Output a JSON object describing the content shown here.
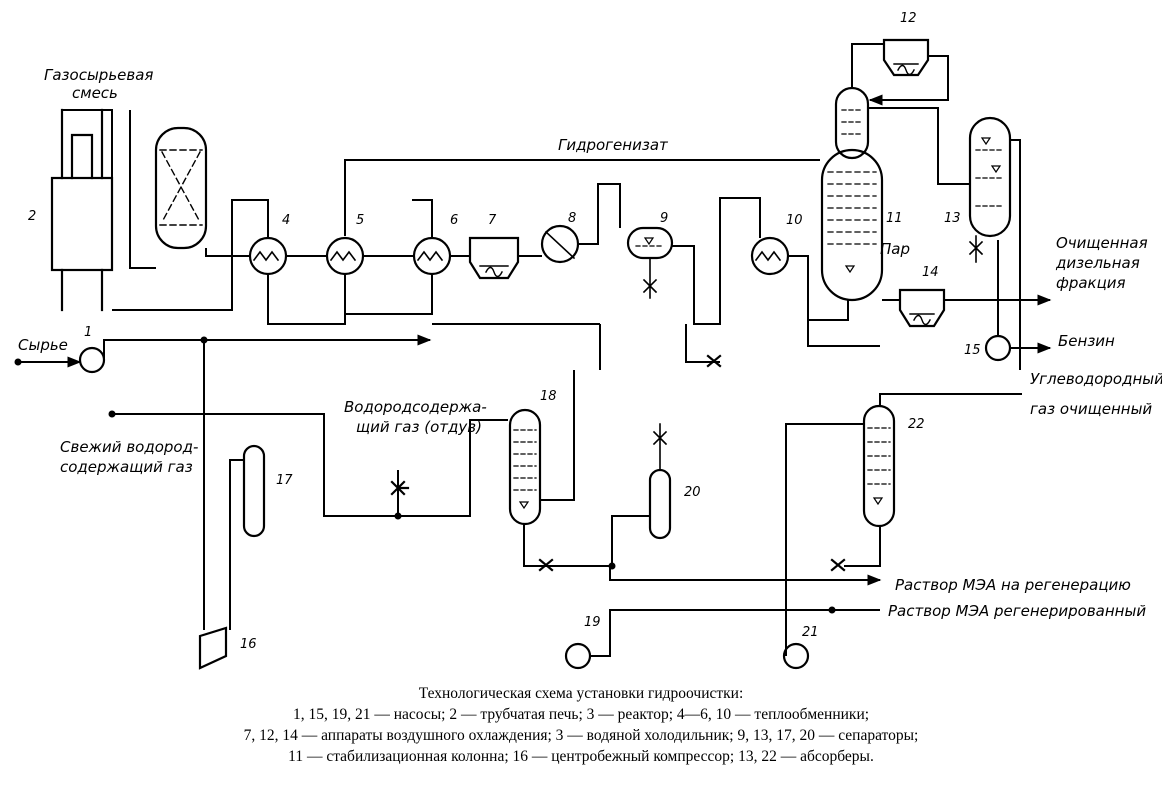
{
  "labels": {
    "feed_gas_mix_1": "Газосырьевая",
    "feed_gas_mix_2": "смесь",
    "hydrogenate": "Гидрогенизат",
    "steam": "Пар",
    "diesel_1": "Очищенная",
    "diesel_2": "дизельная",
    "diesel_3": "фракция",
    "gasoline": "Бензин",
    "hc_gas_1": "Углеводородный",
    "hc_gas_2": "газ очищенный",
    "raw": "Сырье",
    "fresh_h2_1": "Свежий водород-",
    "fresh_h2_2": "содержащий газ",
    "purge_1": "Водородсодержа-",
    "purge_2": "щий газ (отдув)",
    "mea_to_regen": "Раствор МЭА на регенерацию",
    "mea_regen": "Раствор МЭА регенерированный"
  },
  "numbers": {
    "n1": "1",
    "n2": "2",
    "n4": "4",
    "n5": "5",
    "n6": "6",
    "n7": "7",
    "n8": "8",
    "n9": "9",
    "n10": "10",
    "n11": "11",
    "n12": "12",
    "n13": "13",
    "n14": "14",
    "n15": "15",
    "n16": "16",
    "n17": "17",
    "n18": "18",
    "n19": "19",
    "n20": "20",
    "n21": "21",
    "n22": "22"
  },
  "caption": {
    "line1": "Технологическая схема установки гидроочистки:",
    "line2": "1, 15, 19, 21 — насосы; 2 — трубчатая печь; 3 — реактор; 4—6, 10 — теплообменники;",
    "line3": "7, 12, 14 — аппараты воздушного охлаждения; 3 — водяной холодильник; 9, 13, 17, 20 — сепараторы;",
    "line4": "11 — стабилизационная колонна; 16 — центробежный компрессор; 13, 22 — абсорберы."
  }
}
